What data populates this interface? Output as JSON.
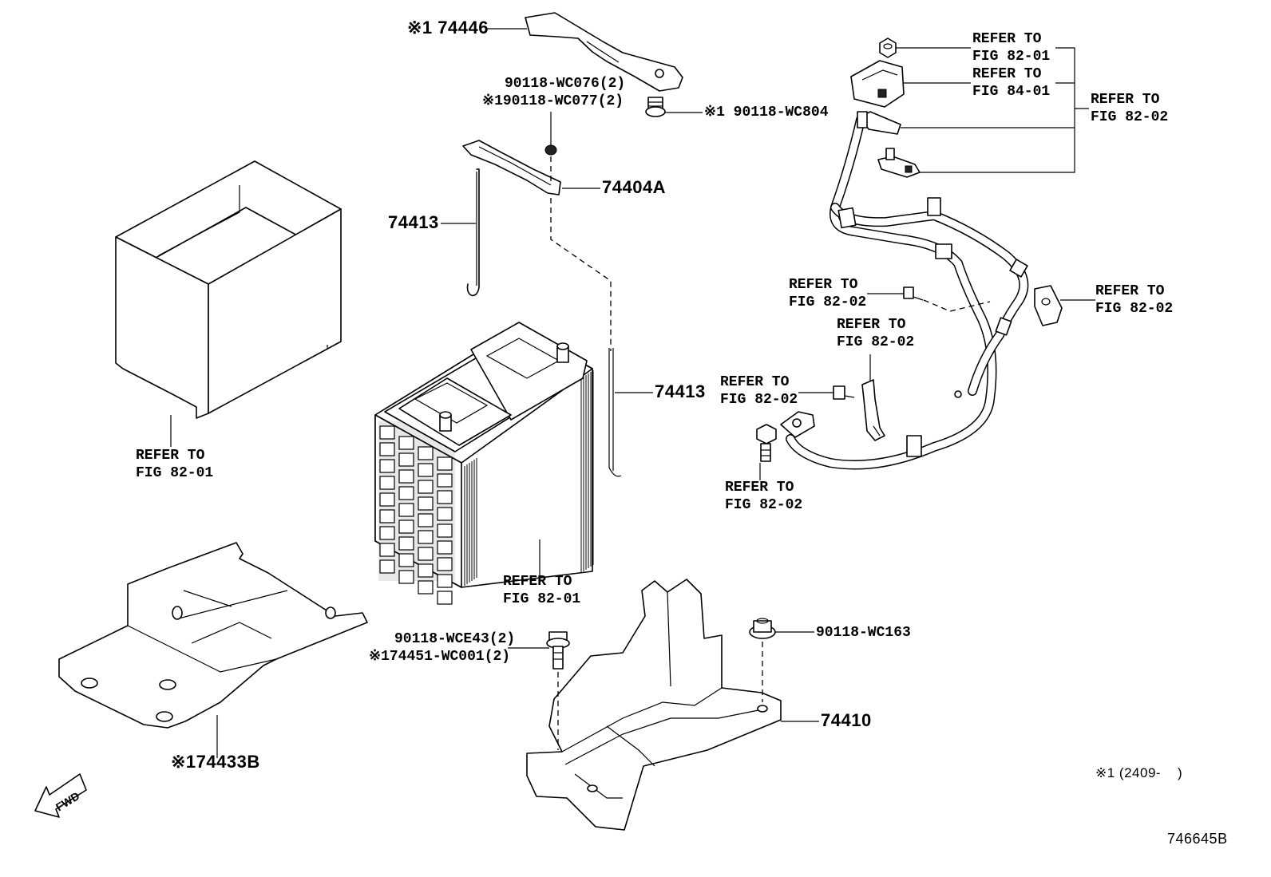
{
  "labels": {
    "p74446": "※1 74446",
    "wc076": "90118-WC076(2)",
    "wc077": "※190118-WC077(2)",
    "wc804": "※1 90118-WC804",
    "p74404a": "74404A",
    "p74413_left": "74413",
    "p74413_right": "74413",
    "p74410": "74410",
    "p74433b": "※174433B",
    "wce43": "90118-WCE43(2)",
    "wc001": "※174451-WC001(2)",
    "wc163": "90118-WC163",
    "footnote": "※1 (2409-    )",
    "code": "746645B",
    "fwd": "FWD"
  },
  "refs": [
    {
      "id": "ref-box",
      "line1": "REFER TO",
      "line2": "FIG 82-01"
    },
    {
      "id": "ref-battery",
      "line1": "REFER TO",
      "line2": "FIG 82-01"
    },
    {
      "id": "ref-nut-top",
      "line1": "REFER TO",
      "line2": "FIG 82-01"
    },
    {
      "id": "ref-fuse",
      "line1": "REFER TO",
      "line2": "FIG 84-01"
    },
    {
      "id": "ref-cable-group",
      "line1": "REFER TO",
      "line2": "FIG 82-02"
    },
    {
      "id": "ref-bolt-mid",
      "line1": "REFER TO",
      "line2": "FIG 82-02"
    },
    {
      "id": "ref-clip-right",
      "line1": "REFER TO",
      "line2": "FIG 82-02"
    },
    {
      "id": "ref-bracket",
      "line1": "REFER TO",
      "line2": "FIG 82-02"
    },
    {
      "id": "ref-bolt-low",
      "line1": "REFER TO",
      "line2": "FIG 82-02"
    },
    {
      "id": "ref-bolt-ground",
      "line1": "REFER TO",
      "line2": "FIG 82-02"
    }
  ]
}
